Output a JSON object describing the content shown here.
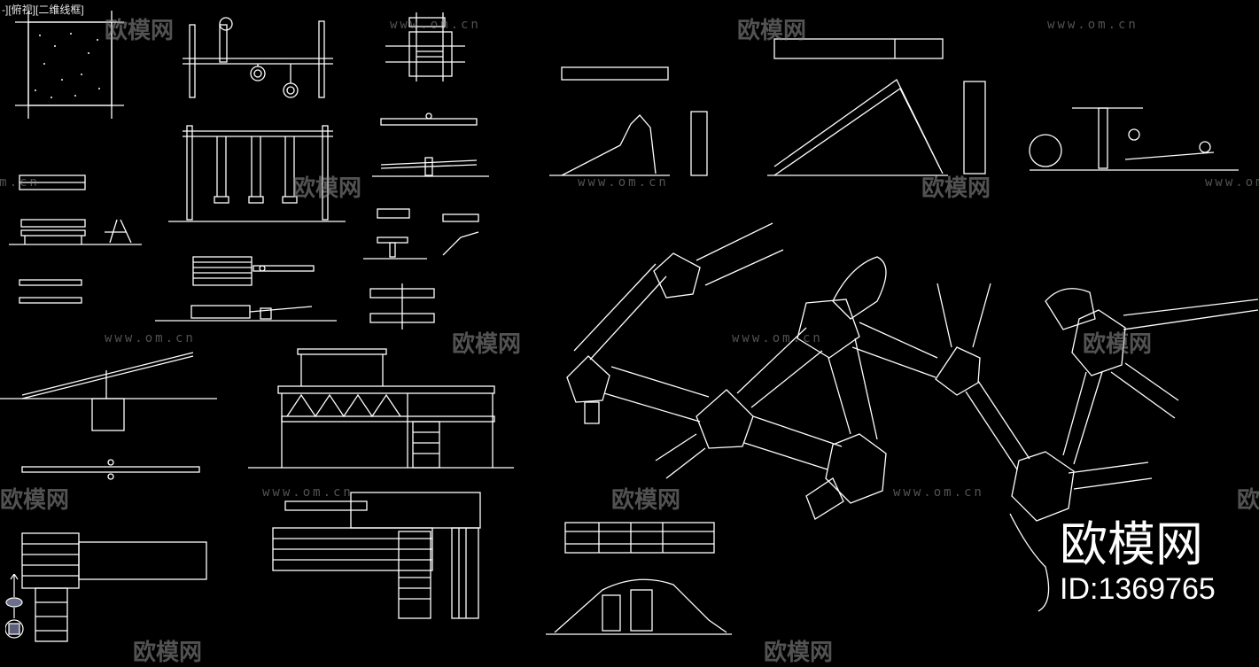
{
  "viewport": {
    "label": "-][俯视][二维线框]"
  },
  "watermark": {
    "text": "欧模网",
    "url": "www.om.cn"
  },
  "brand": {
    "name": "欧模网",
    "id": "ID:1369765"
  },
  "colors": {
    "background": "#000000",
    "linework": "#ffffff",
    "watermark": "#969696"
  },
  "icons": [
    "ucs-icon",
    "logo-icon"
  ]
}
